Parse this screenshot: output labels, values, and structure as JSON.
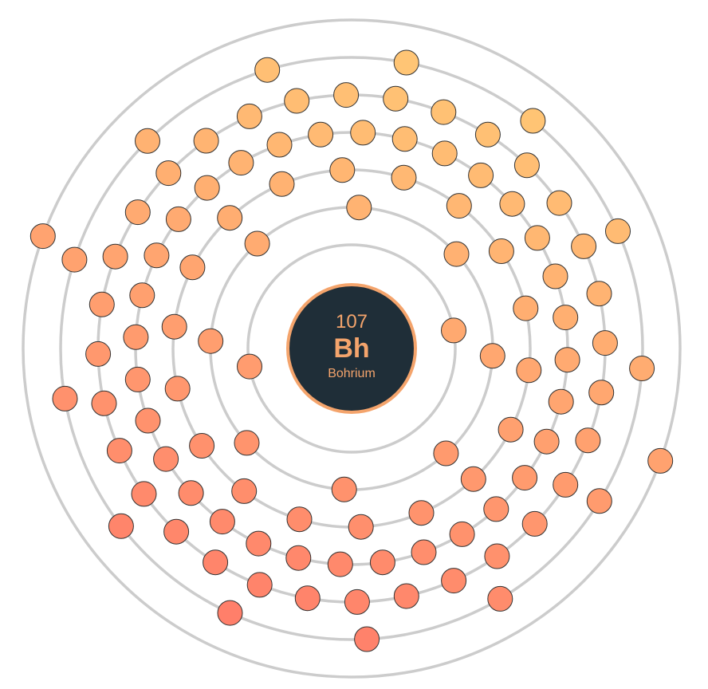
{
  "element": {
    "atomic_number": "107",
    "symbol": "Bh",
    "name": "Bohrium"
  },
  "shells": [
    {
      "electrons": 2
    },
    {
      "electrons": 8
    },
    {
      "electrons": 18
    },
    {
      "electrons": 32
    },
    {
      "electrons": 32
    },
    {
      "electrons": 13
    },
    {
      "electrons": 2
    }
  ],
  "colors": {
    "nucleus_fill": "#1f2e38",
    "nucleus_ring": "#f4a46c",
    "shell_ring": "#cccccc",
    "electron_inner": "#ffc875",
    "electron_outer": "#ff7d6a",
    "electron_stroke": "#333333"
  }
}
